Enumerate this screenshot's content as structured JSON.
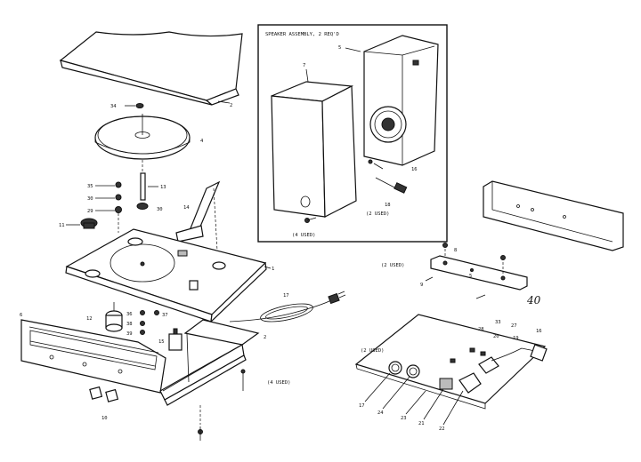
{
  "diagram": {
    "inset_title": "SPEAKER ASSEMBLY, 2 REQ'D",
    "notes": {
      "note_a": "(2 USED)",
      "note_b": "(2 USED)",
      "note_c": "(2 USED)",
      "note_d": "(4 USED)",
      "note_e": "(4 USED)"
    },
    "handwritten_number": "40",
    "callouts": {
      "lid": "2",
      "disc_top": "34",
      "platter": "4",
      "spindle": "13",
      "w36": "35",
      "w30": "30",
      "w29": "29",
      "collar": "11",
      "tonearm": "14",
      "base": "1",
      "cord": "17",
      "front_panel": "6",
      "motor": "12",
      "n36": "36",
      "n37": "37",
      "n38": "38",
      "n39": "39",
      "switch": "15",
      "cabinet_bottom": "2",
      "knobs": "10",
      "spk_box": "7",
      "spk_back": "5",
      "spk_driver": "16",
      "spk_plug": "18",
      "bracket_top": "8",
      "b_screw": "9",
      "b_nut": "5",
      "pcb_17": "17",
      "pcb_24": "24",
      "pcb_23": "23",
      "pcb_21": "21",
      "pcb_27": "27",
      "pcb_20": "20",
      "pcb_22": "22",
      "pcb_19": "19",
      "pcb_33": "33",
      "pcb_28": "28"
    }
  }
}
